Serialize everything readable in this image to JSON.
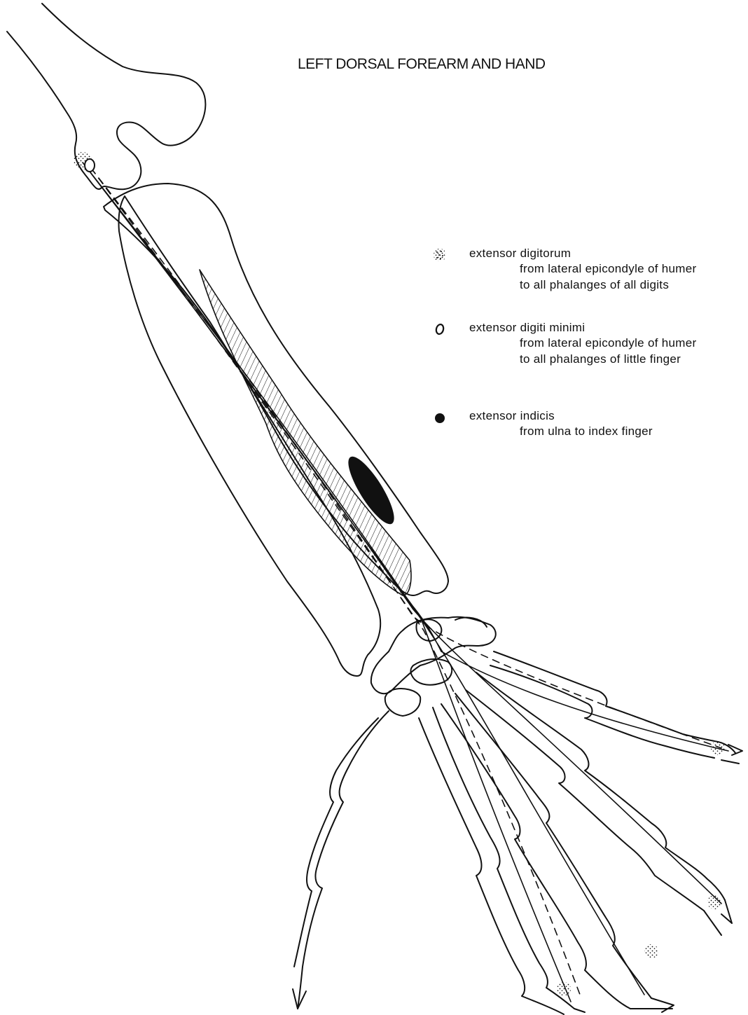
{
  "title": "LEFT DORSAL FOREARM AND HAND",
  "legend": [
    {
      "symbol": "stippled-dot-icon",
      "name": "extensor digitorum",
      "lines": [
        "from lateral epicondyle of humer",
        "to all phalanges of all digits"
      ]
    },
    {
      "symbol": "open-circle-icon",
      "name": "extensor digiti minimi",
      "lines": [
        "from lateral epicondyle of humer",
        "to all phalanges of little finger"
      ]
    },
    {
      "symbol": "filled-dot-icon",
      "name": "extensor indicis",
      "lines": [
        "from ulna to index finger"
      ]
    }
  ]
}
